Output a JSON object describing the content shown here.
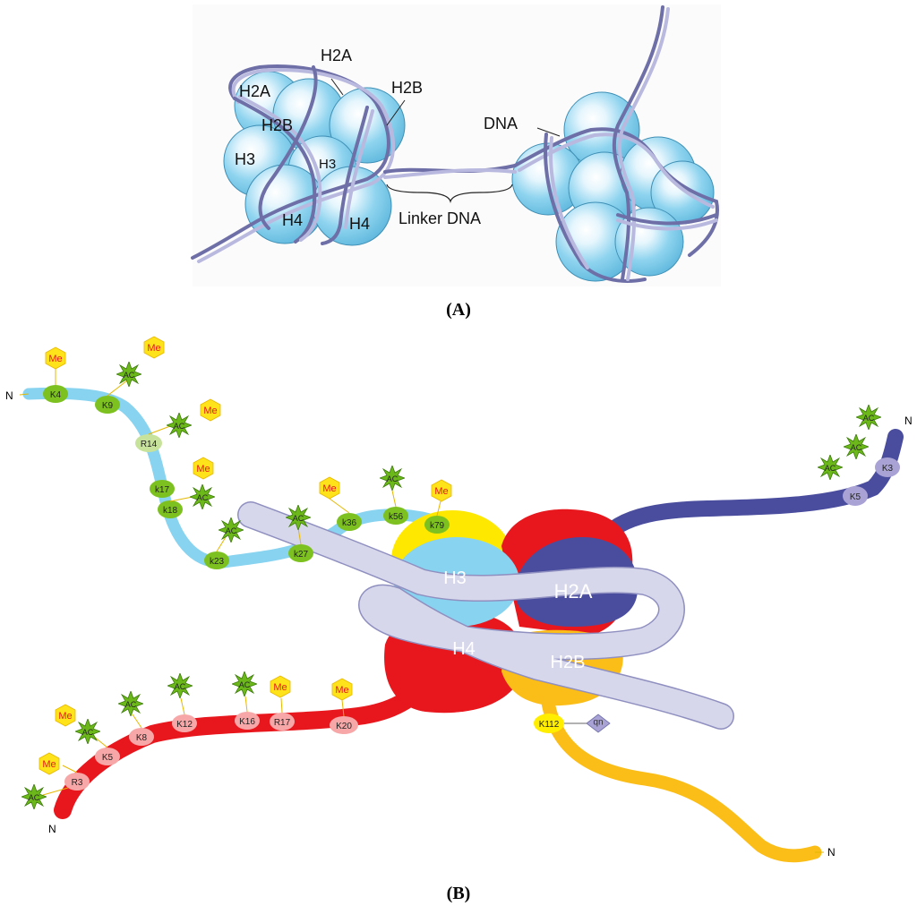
{
  "panel_a": {
    "caption": "(A)",
    "labels": {
      "h2a_top": "H2A",
      "h2a_left": "H2A",
      "h2b_left": "H2B",
      "h2b_right": "H2B",
      "h3_left": "H3",
      "h3_mid": "H3",
      "h4_left": "H4",
      "h4_right": "H4",
      "linker": "Linker DNA",
      "dna": "DNA"
    }
  },
  "panel_b": {
    "caption": "(B)",
    "core": {
      "h3": "H3",
      "h2a": "H2A",
      "h4": "H4",
      "h2b": "H2B"
    },
    "n_terminus": "N",
    "colors": {
      "h3": "#87d3f0",
      "h2a": "#4a4d9e",
      "h4": "#e8171d",
      "h2b": "#fbbd17",
      "h3_outline": "#ffe800",
      "dna_tube": "#d7d7ec",
      "residue_h3": "#7cc11f",
      "residue_h4": "#f7a7a7",
      "residue_h2a": "#a8a2d5",
      "residue_h2b": "#ffee00",
      "me": "#ffe31a",
      "ac": "#7cc11f"
    },
    "h3_tail": {
      "residues": [
        "K4",
        "K9",
        "R14",
        "k17",
        "k18",
        "k23",
        "k27",
        "k36",
        "k56",
        "k79"
      ],
      "marks": [
        "Me",
        "AC",
        "Me",
        "AC",
        "Me",
        "Me",
        "AC",
        "AC",
        "AC",
        "Me",
        "AC",
        "Me"
      ]
    },
    "h4_tail": {
      "residues": [
        "R3",
        "K5",
        "K8",
        "K12",
        "K16",
        "R17",
        "K20"
      ],
      "marks": [
        "AC",
        "Me",
        "AC",
        "Me",
        "AC",
        "AC",
        "AC",
        "Me",
        "Me"
      ]
    },
    "h2a_tail": {
      "residues": [
        "K3",
        "K5"
      ],
      "marks": [
        "AC",
        "AC",
        "AC"
      ]
    },
    "h2b_tail": {
      "residues": [
        "K112"
      ],
      "marks": [
        "ub"
      ]
    }
  }
}
